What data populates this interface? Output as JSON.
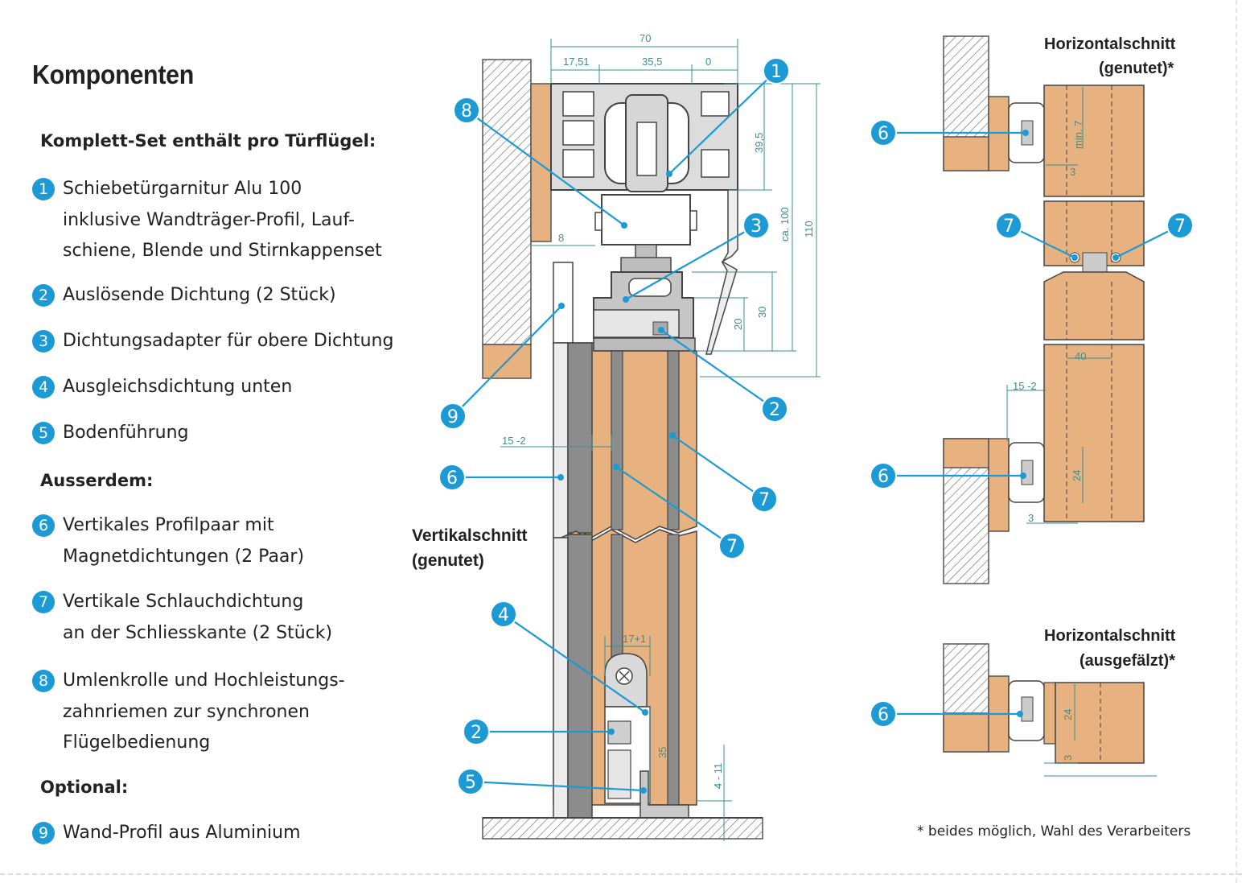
{
  "heading": "Komponenten",
  "set_title": "Komplett-Set enthält pro Türflügel:",
  "components": [
    {
      "num": "1",
      "lines": [
        "Schiebetürgarnitur Alu 100",
        "inklusive Wandträger-Profil, Lauf-",
        "schiene, Blende und Stirnkappenset"
      ]
    },
    {
      "num": "2",
      "lines": [
        "Auslösende Dichtung (2 Stück)"
      ]
    },
    {
      "num": "3",
      "lines": [
        "Dichtungsadapter für obere Dichtung"
      ]
    },
    {
      "num": "4",
      "lines": [
        "Ausgleichsdichtung unten"
      ]
    },
    {
      "num": "5",
      "lines": [
        "Bodenführung"
      ]
    }
  ],
  "extra_title": "Ausserdem:",
  "extras": [
    {
      "num": "6",
      "lines": [
        "Vertikales Profilpaar mit",
        "Magnetdichtungen (2 Paar)"
      ]
    },
    {
      "num": "7",
      "lines": [
        "Vertikale Schlauchdichtung",
        "an der Schliesskante (2 Stück)"
      ]
    },
    {
      "num": "8",
      "lines": [
        "Umlenkrolle und Hochleistungs-",
        "zahnriemen zur synchronen",
        "Flügelbedienung"
      ]
    }
  ],
  "optional_title": "Optional:",
  "optionals": [
    {
      "num": "9",
      "lines": [
        "Wand-Profil aus Aluminium"
      ]
    }
  ],
  "captions": {
    "vertical": [
      "Vertikalschnitt",
      "(genutet)"
    ],
    "horizontal_grooved": [
      "Horizontalschnitt",
      "(genutet)*"
    ],
    "horizontal_rebated": [
      "Horizontalschnitt",
      "(ausgefälzt)*"
    ]
  },
  "dimensions": {
    "d70": "70",
    "d17_51": "17,51",
    "d35_5": "35,5",
    "d0": "0",
    "d39_5": "39,5",
    "d100": "ca. 100",
    "d110": "110",
    "d8": "8",
    "d30": "30",
    "d20": "20",
    "d15_2": "15 -2",
    "d17_1": "17+1",
    "d35": "35",
    "d4_11": "4 - 11",
    "dmin7": "min. 7",
    "d3": "3",
    "d40": "40",
    "d24": "24"
  },
  "footnote": "* beides möglich, Wahl des Verarbeiters",
  "colors": {
    "accent": "#1b9ad6",
    "wood": "#e7b27f",
    "dimension": "#3a8f8f",
    "metal": "#c9c9c9",
    "profile": "#8a8a8a"
  }
}
